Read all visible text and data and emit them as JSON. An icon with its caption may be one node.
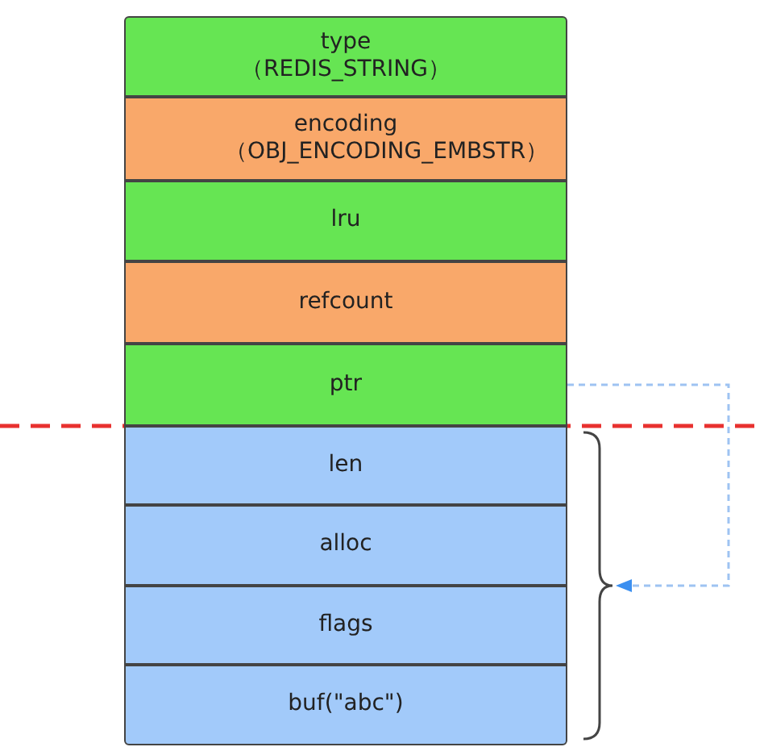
{
  "diagram": {
    "nodes": [
      {
        "text": [
          "type （REDIS_STRING）"
        ]
      },
      {
        "text": [
          "encoding （OBJ_ENCODING_EMBSTR）"
        ]
      },
      {
        "text": [
          "lru"
        ]
      },
      {
        "text": [
          "refcount"
        ]
      },
      {
        "text": [
          "ptr"
        ]
      },
      {
        "text": [
          "len"
        ]
      },
      {
        "text": [
          "alloc"
        ]
      },
      {
        "text": [
          "flags"
        ]
      },
      {
        "text": [
          "buf(\"abc\")"
        ]
      },
      {
        "text": [],
        "shape": "brace"
      }
    ],
    "edges": [
      {
        "from": 4,
        "to": 9,
        "arrow": "to",
        "style": "dashed"
      }
    ]
  }
}
